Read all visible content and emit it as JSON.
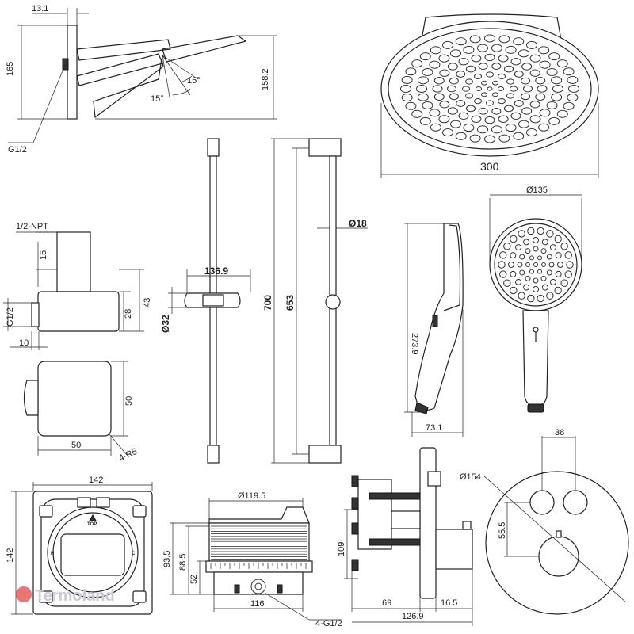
{
  "dimensions": {
    "wall_arm_offset": "13.1",
    "wall_arm_height": "165",
    "wall_arm_drop": "158.2",
    "tilt_angle_upper": "15°",
    "tilt_angle_lower": "15°",
    "wall_arm_thread": "G1/2",
    "head_diameter": "300",
    "rail_bracket_width": "136.9",
    "rail_clamp_diameter": "Ø32",
    "rail_tube_diameter": "Ø18",
    "rail_overall_length": "700",
    "rail_center_length": "653",
    "outlet_thread_npt": "1/2-NPT",
    "outlet_top_offset": "15",
    "outlet_body_height": "43",
    "outlet_nozzle_height": "28",
    "outlet_nozzle_thread": "G1/2",
    "outlet_nozzle_length": "10",
    "outlet_face_width": "50",
    "outlet_face_height": "50",
    "outlet_corner_radius": "4-R5",
    "hand_shower_length": "273.9",
    "hand_shower_depth": "73.1",
    "hand_shower_face_diameter": "Ø135",
    "box_width": "142",
    "box_height": "142",
    "box_label_top": "TOP",
    "box_label_h": "H",
    "box_label_c": "C",
    "valve_cover_diameter": "Ø119.5",
    "valve_height_a": "93.5",
    "valve_height_b": "88.5",
    "valve_height_c": "52",
    "valve_base_width": "116",
    "valve_ports": "4-G1/2",
    "valve_depth_total": "109",
    "valve_depth_a": "69",
    "valve_depth_b": "16.5",
    "valve_depth_overall": "126.9",
    "plate_diameter": "Ø154",
    "knob_spacing": "38",
    "knob_vertical": "55.5"
  },
  "watermark": "Termoland",
  "colors": {
    "line": "#222222",
    "watermark": "#c9ccd3",
    "watermark_logo": "#e23a3a"
  }
}
